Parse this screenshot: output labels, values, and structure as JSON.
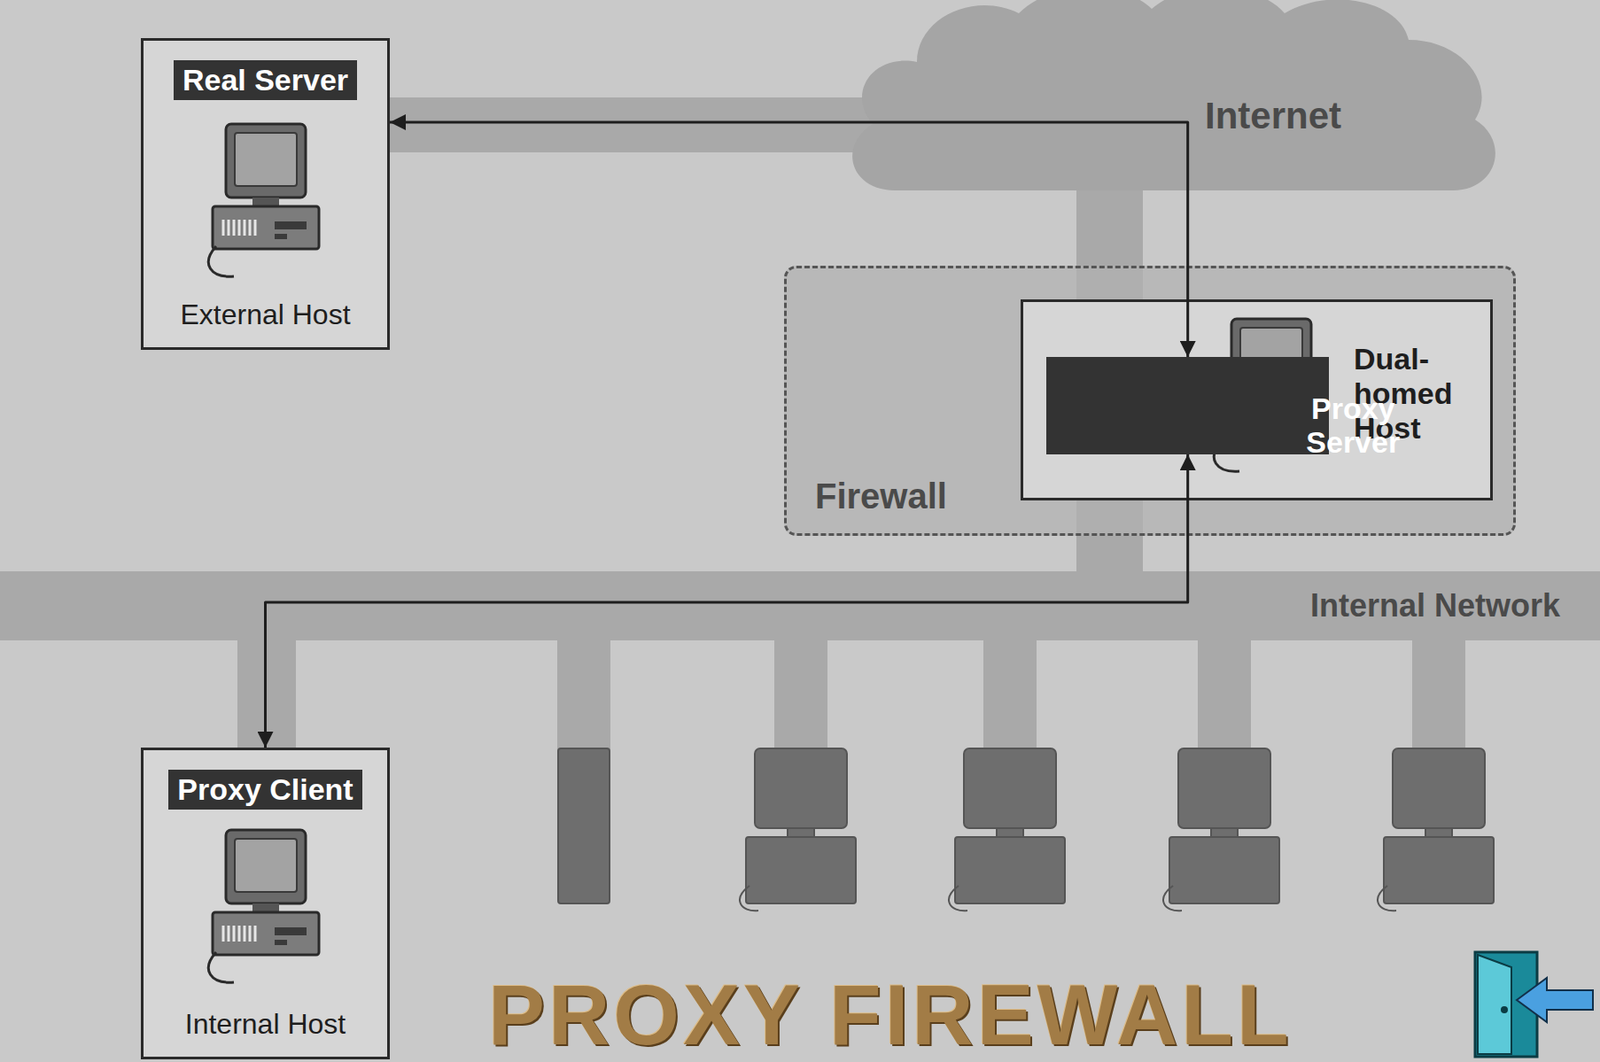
{
  "diagram": {
    "title": "PROXY FIREWALL",
    "nodes": [
      {
        "text": [
          "Real Server",
          "External Host"
        ]
      },
      {
        "text": [
          "Internet"
        ]
      },
      {
        "text": [
          "Firewall"
        ]
      },
      {
        "text": [
          "Dual- homed Host"
        ],
        "in": 2
      },
      {
        "text": [
          "Proxy Server"
        ],
        "in": 3
      },
      {
        "text": [
          "Internal Network"
        ]
      },
      {
        "text": [
          "Proxy Client",
          "Internal Host"
        ]
      }
    ],
    "edges": [
      {
        "from": 0,
        "to": 4,
        "arrow": "both"
      },
      {
        "from": 4,
        "to": 6,
        "arrow": "both"
      }
    ]
  }
}
